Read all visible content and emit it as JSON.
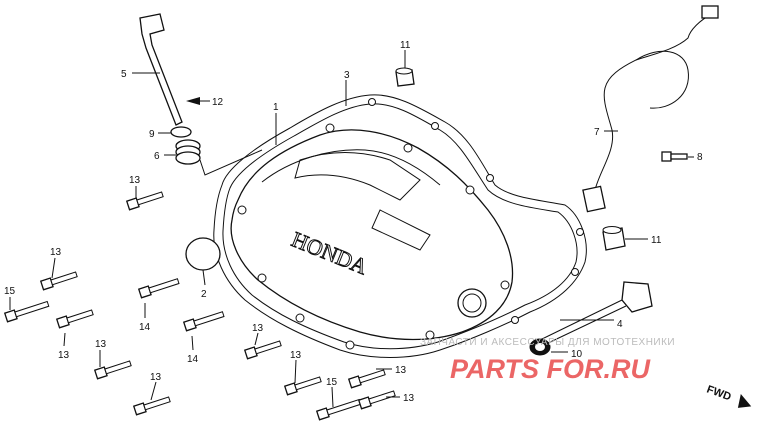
{
  "callouts": {
    "c1": "1",
    "c2": "2",
    "c3": "3",
    "c4": "4",
    "c5": "5",
    "c6": "6",
    "c7": "7",
    "c8": "8",
    "c9": "9",
    "c10": "10",
    "c11a": "11",
    "c11b": "11",
    "c12": "12",
    "c13a": "13",
    "c13b": "13",
    "c13c": "13",
    "c13d": "13",
    "c13e": "13",
    "c13f": "13",
    "c13g": "13",
    "c13h": "13",
    "c13i": "13",
    "c14a": "14",
    "c14b": "14",
    "c15a": "15",
    "c15b": "15"
  },
  "cover_brand": "HONDA",
  "watermark": {
    "tagline": "ЗАПЧАСТИ И АКСЕССУАРЫ ДЛЯ МОТОТЕХНИКИ",
    "logo": "PARTS FOR.RU"
  },
  "direction_label": "FWD",
  "colors": {
    "line": "#111111",
    "watermark_red": "#e84b4b",
    "watermark_gray": "#bbbbbb"
  }
}
